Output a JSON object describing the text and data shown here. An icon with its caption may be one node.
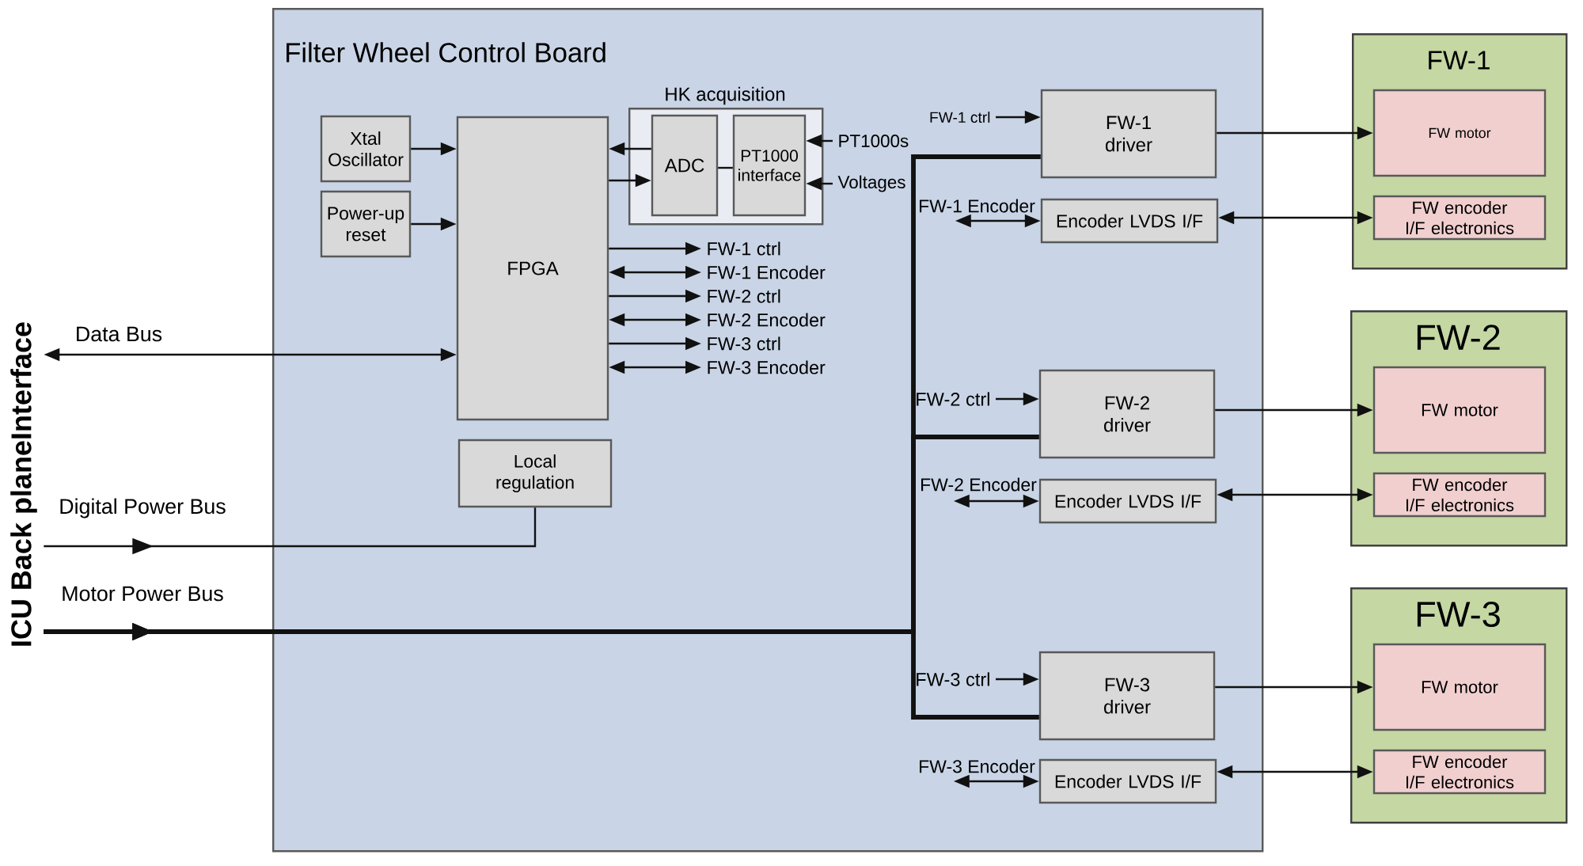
{
  "diagram": {
    "nodes": [
      {
        "text": [
          "ICU Back planeInterface"
        ]
      },
      {
        "text": [
          "Filter Wheel Control Board"
        ]
      },
      {
        "text": [
          "Xtal Oscillator"
        ],
        "in": 1
      },
      {
        "text": [
          "Power-up reset"
        ],
        "in": 1
      },
      {
        "text": [
          "FPGA"
        ],
        "in": 1
      },
      {
        "text": [
          "HK acquisition"
        ],
        "in": 1
      },
      {
        "text": [
          "ADC"
        ],
        "in": 5
      },
      {
        "text": [
          "PT1000 interface"
        ],
        "in": 5
      },
      {
        "text": [
          "PT1000s"
        ],
        "in": 1
      },
      {
        "text": [
          "Voltages"
        ],
        "in": 1
      },
      {
        "text": [
          "FW-1 ctrl"
        ],
        "in": 1
      },
      {
        "text": [
          "FW-1 Encoder"
        ],
        "in": 1
      },
      {
        "text": [
          "FW-2 ctrl"
        ],
        "in": 1
      },
      {
        "text": [
          "FW-2 Encoder"
        ],
        "in": 1
      },
      {
        "text": [
          "FW-3 ctrl"
        ],
        "in": 1
      },
      {
        "text": [
          "FW-3 Encoder"
        ],
        "in": 1
      },
      {
        "text": [
          "Local regulation"
        ],
        "in": 1
      },
      {
        "text": [
          "FW-1 ctrl"
        ],
        "in": 1
      },
      {
        "text": [
          "FW-1 driver"
        ],
        "in": 1
      },
      {
        "text": [
          "Encoder LVDS I/F"
        ],
        "in": 1
      },
      {
        "text": [
          "FW-2 ctrl"
        ],
        "in": 1
      },
      {
        "text": [
          "FW-2 driver"
        ],
        "in": 1
      },
      {
        "text": [
          "Encoder LVDS I/F"
        ],
        "in": 1
      },
      {
        "text": [
          "FW-3 ctrl"
        ],
        "in": 1
      },
      {
        "text": [
          "FW-3 driver"
        ],
        "in": 1
      },
      {
        "text": [
          "Encoder LVDS I/F"
        ],
        "in": 1
      },
      {
        "text": [
          "FW-1"
        ]
      },
      {
        "text": [
          "FW motor"
        ],
        "in": 26
      },
      {
        "text": [
          "FW encoder I/F electronics"
        ],
        "in": 26
      },
      {
        "text": [
          "FW-2"
        ]
      },
      {
        "text": [
          "FW motor"
        ],
        "in": 29
      },
      {
        "text": [
          "FW encoder I/F electronics"
        ],
        "in": 29
      },
      {
        "text": [
          "FW-3"
        ]
      },
      {
        "text": [
          "FW motor"
        ],
        "in": 32
      },
      {
        "text": [
          "FW encoder I/F electronics"
        ],
        "in": 32
      }
    ],
    "edges": [
      {
        "from": 2,
        "to": 4,
        "arrow": "to"
      },
      {
        "from": 3,
        "to": 4,
        "arrow": "to"
      },
      {
        "from": 6,
        "to": 4,
        "arrow": "to"
      },
      {
        "from": 4,
        "to": 6,
        "arrow": "to"
      },
      {
        "from": 6,
        "to": 7,
        "arrow": "none"
      },
      {
        "from": 8,
        "to": 7,
        "arrow": "to"
      },
      {
        "from": 9,
        "to": 7,
        "arrow": "to"
      },
      {
        "from": 4,
        "to": 10,
        "arrow": "to"
      },
      {
        "from": 4,
        "to": 11,
        "arrow": "both"
      },
      {
        "from": 4,
        "to": 12,
        "arrow": "to"
      },
      {
        "from": 4,
        "to": 13,
        "arrow": "both"
      },
      {
        "from": 4,
        "to": 14,
        "arrow": "to"
      },
      {
        "from": 4,
        "to": 15,
        "arrow": "both"
      },
      {
        "from": 0,
        "to": 4,
        "arrow": "both",
        "label": "Data Bus"
      },
      {
        "from": 0,
        "to": 16,
        "arrow": "to",
        "label": "Digital Power Bus"
      },
      {
        "from": 0,
        "to": 18,
        "arrow": "to",
        "label": "Motor Power Bus",
        "style": "thick"
      },
      {
        "from": 0,
        "to": 21,
        "arrow": "to",
        "style": "thick"
      },
      {
        "from": 0,
        "to": 24,
        "arrow": "to",
        "style": "thick"
      },
      {
        "from": 17,
        "to": 18,
        "arrow": "to"
      },
      {
        "from": null,
        "to": 19,
        "arrow": "both",
        "label": "FW-1 Encoder"
      },
      {
        "from": 20,
        "to": 21,
        "arrow": "to"
      },
      {
        "from": null,
        "to": 22,
        "arrow": "both",
        "label": "FW-2 Encoder"
      },
      {
        "from": 23,
        "to": 24,
        "arrow": "to"
      },
      {
        "from": null,
        "to": 25,
        "arrow": "both",
        "label": "FW-3 Encoder"
      },
      {
        "from": 18,
        "to": 27,
        "arrow": "to"
      },
      {
        "from": 19,
        "to": 28,
        "arrow": "both"
      },
      {
        "from": 21,
        "to": 30,
        "arrow": "to"
      },
      {
        "from": 22,
        "to": 31,
        "arrow": "both"
      },
      {
        "from": 24,
        "to": 33,
        "arrow": "to"
      },
      {
        "from": 25,
        "to": 34,
        "arrow": "both"
      }
    ]
  }
}
